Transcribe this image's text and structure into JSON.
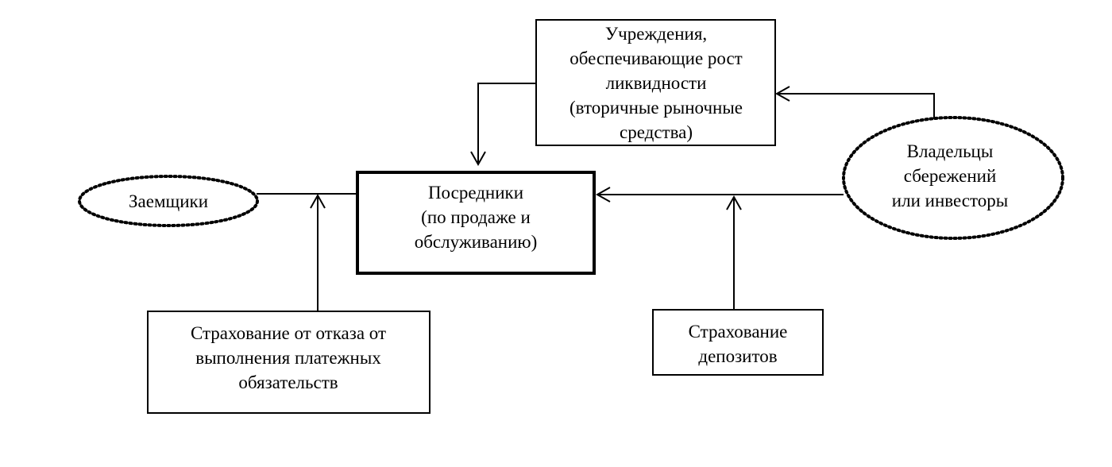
{
  "nodes": {
    "liquidity": {
      "lines": [
        "Учреждения,",
        "обеспечивающие рост",
        "ликвидности",
        "(вторичные рыночные",
        "средства)"
      ]
    },
    "intermediaries": {
      "lines": [
        "Посредники",
        "(по продаже и",
        "обслуживанию)"
      ]
    },
    "borrowers": {
      "lines": [
        "Заемщики"
      ]
    },
    "savers": {
      "lines": [
        "Владельцы",
        "сбережений",
        "или инвесторы"
      ]
    },
    "default_insurance": {
      "lines": [
        "Страхование от отказа от",
        "выполнения платежных",
        "обязательств"
      ]
    },
    "deposit_insurance": {
      "lines": [
        "Страхование",
        "депозитов"
      ]
    }
  }
}
